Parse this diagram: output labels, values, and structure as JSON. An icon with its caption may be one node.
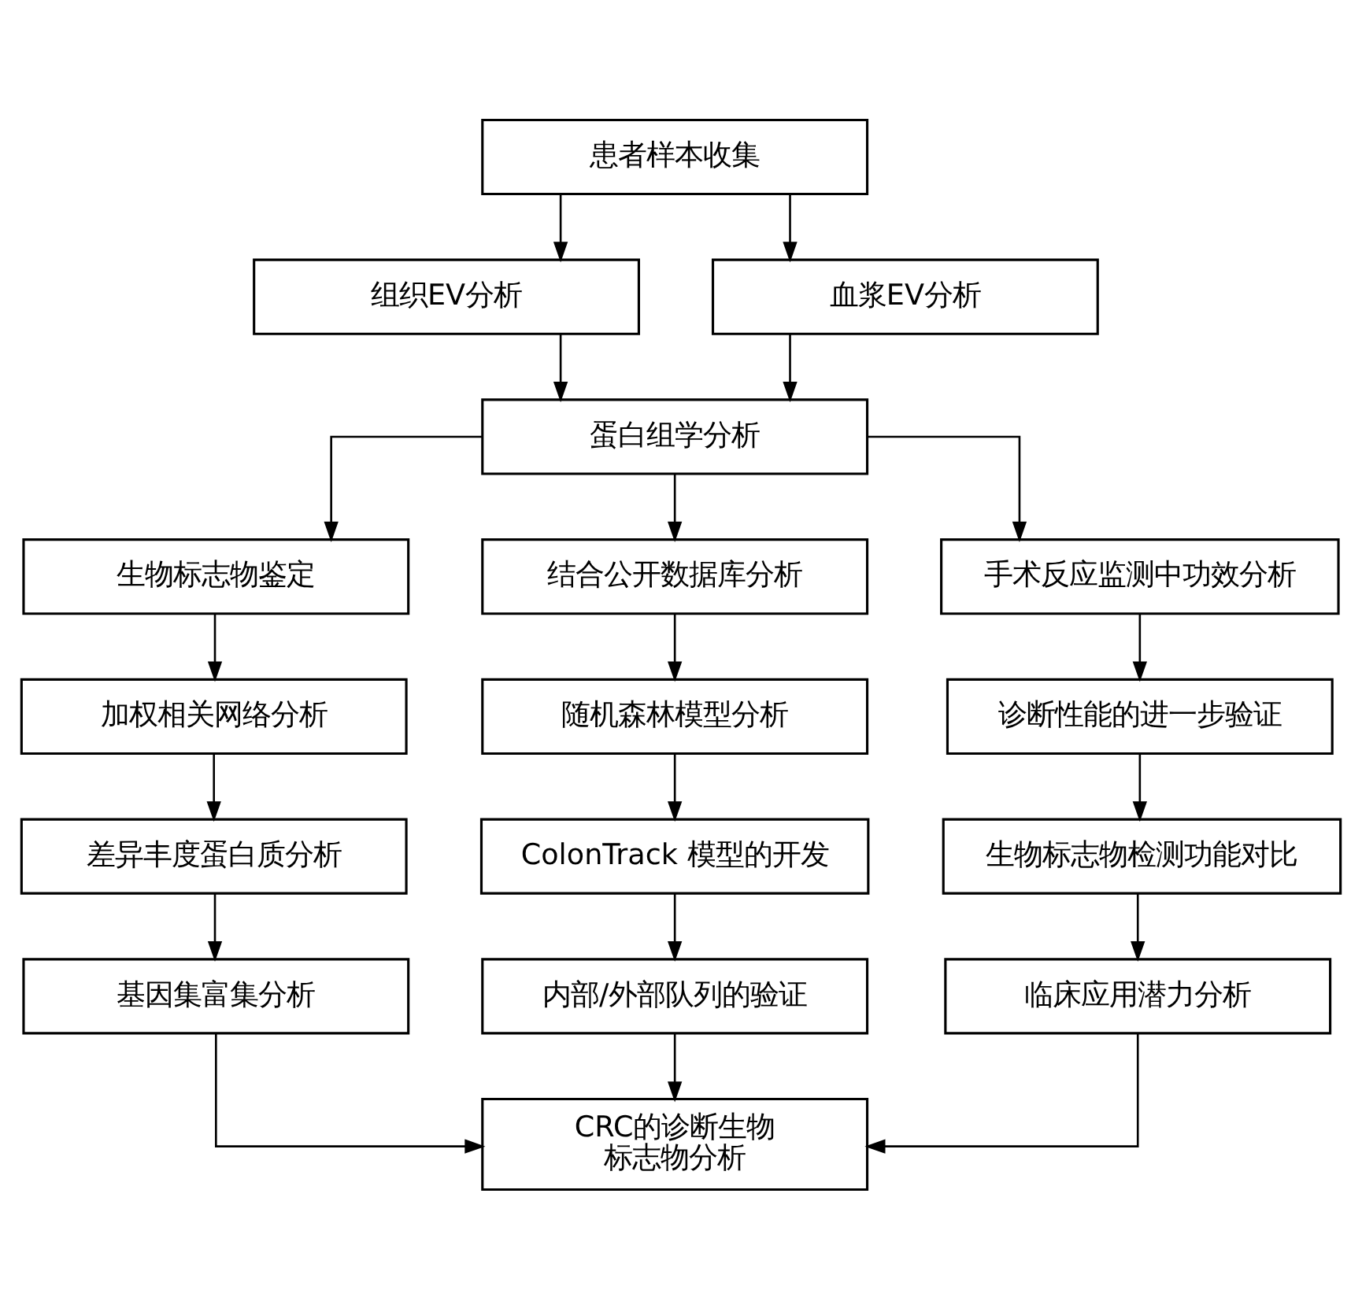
{
  "diagram": {
    "nodes": [
      {
        "text": [
          "患者样本收集"
        ]
      },
      {
        "text": [
          "组织EV分析"
        ]
      },
      {
        "text": [
          "血浆EV分析"
        ]
      },
      {
        "text": [
          "蛋白组学分析"
        ]
      },
      {
        "text": [
          "生物标志物鉴定"
        ]
      },
      {
        "text": [
          "结合公开数据库分析"
        ]
      },
      {
        "text": [
          "手术反应监测中功效分析"
        ]
      },
      {
        "text": [
          "加权相关网络分析"
        ]
      },
      {
        "text": [
          "随机森林模型分析"
        ]
      },
      {
        "text": [
          "诊断性能的进一步验证"
        ]
      },
      {
        "text": [
          "差异丰度蛋白质分析"
        ]
      },
      {
        "text": [
          "ColonTrack 模型的开发"
        ]
      },
      {
        "text": [
          "生物标志物检测功能对比"
        ]
      },
      {
        "text": [
          "基因集富集分析"
        ]
      },
      {
        "text": [
          "内部/外部队列的验证"
        ]
      },
      {
        "text": [
          "临床应用潜力分析"
        ]
      },
      {
        "text": [
          "CRC的诊断生物标志物分析"
        ]
      }
    ],
    "edges": [
      {
        "from": 0,
        "to": 1,
        "arrow": "to"
      },
      {
        "from": 0,
        "to": 2,
        "arrow": "to"
      },
      {
        "from": 1,
        "to": 3,
        "arrow": "to"
      },
      {
        "from": 2,
        "to": 3,
        "arrow": "to"
      },
      {
        "from": 3,
        "to": 4,
        "arrow": "to"
      },
      {
        "from": 3,
        "to": 5,
        "arrow": "to"
      },
      {
        "from": 3,
        "to": 6,
        "arrow": "to"
      },
      {
        "from": 4,
        "to": 7,
        "arrow": "to"
      },
      {
        "from": 7,
        "to": 10,
        "arrow": "to"
      },
      {
        "from": 10,
        "to": 13,
        "arrow": "to"
      },
      {
        "from": 5,
        "to": 8,
        "arrow": "to"
      },
      {
        "from": 8,
        "to": 11,
        "arrow": "to"
      },
      {
        "from": 11,
        "to": 14,
        "arrow": "to"
      },
      {
        "from": 6,
        "to": 9,
        "arrow": "to"
      },
      {
        "from": 9,
        "to": 12,
        "arrow": "to"
      },
      {
        "from": 12,
        "to": 15,
        "arrow": "to"
      },
      {
        "from": 13,
        "to": 16,
        "arrow": "to"
      },
      {
        "from": 14,
        "to": 16,
        "arrow": "to"
      },
      {
        "from": 15,
        "to": 16,
        "arrow": "to"
      }
    ]
  }
}
